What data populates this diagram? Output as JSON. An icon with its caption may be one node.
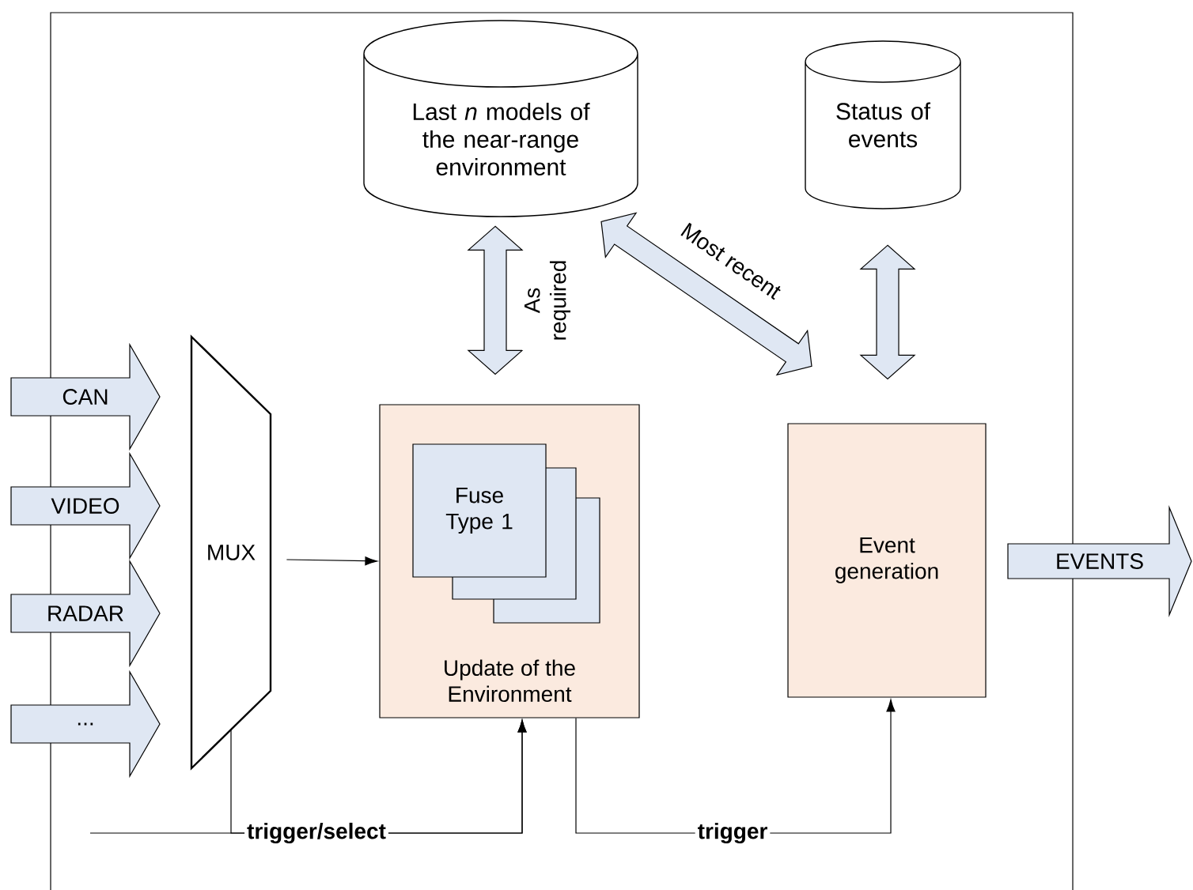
{
  "diagram": {
    "nodes": [
      {
        "text": [
          "Last *n* models of the near-range environment"
        ]
      },
      {
        "text": [
          "Status of events"
        ]
      },
      {
        "text": [
          "CAN"
        ]
      },
      {
        "text": [
          "VIDEO"
        ]
      },
      {
        "text": [
          "RADAR"
        ]
      },
      {
        "text": [
          "..."
        ]
      },
      {
        "text": [
          "MUX"
        ]
      },
      {
        "text": [
          "Update of the Environment"
        ]
      },
      {
        "text": [
          "Fuse Type 1"
        ],
        "in": 7
      },
      {
        "text": [
          "Event generation"
        ]
      },
      {
        "text": [
          "EVENTS"
        ]
      }
    ],
    "edges": [
      {
        "from": 0,
        "to": 7,
        "arrow": "both",
        "label": "As required",
        "style": "thick"
      },
      {
        "from": 0,
        "to": 9,
        "arrow": "both",
        "label": "Most recent",
        "style": "thick"
      },
      {
        "from": 1,
        "to": 9,
        "arrow": "both",
        "style": "thick"
      },
      {
        "from": 6,
        "to": 7,
        "arrow": "to"
      },
      {
        "from": null,
        "to": 7,
        "arrow": "to",
        "label": "trigger/select"
      },
      {
        "from": 6,
        "to": 7,
        "arrow": "to"
      },
      {
        "from": 7,
        "to": 9,
        "arrow": "to",
        "label": "trigger"
      }
    ]
  }
}
